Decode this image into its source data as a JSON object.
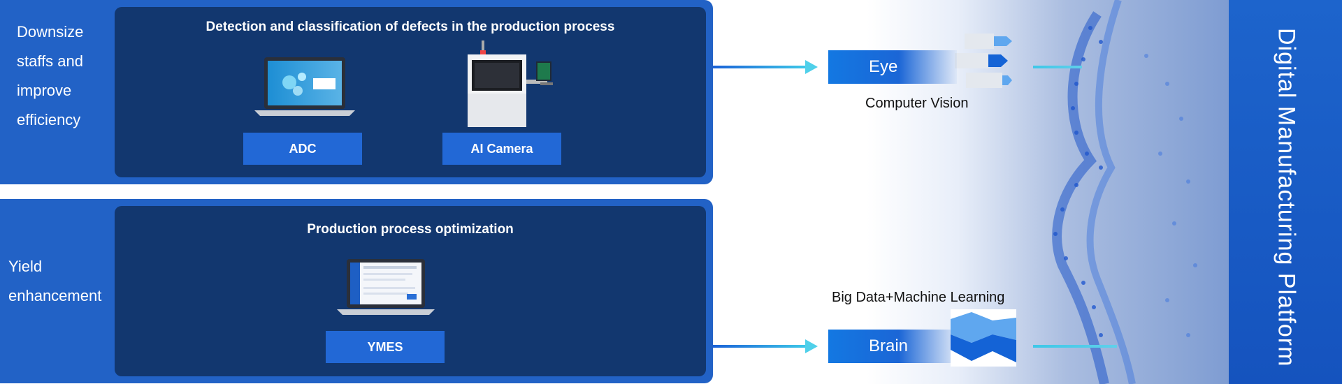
{
  "top_panel": {
    "side_text": "Downsize staffs and improve efficiency",
    "title": "Detection and classification of defects in the production process",
    "items": [
      {
        "label": "ADC",
        "icon": "laptop-icon"
      },
      {
        "label": "AI Camera",
        "icon": "inspection-machine-icon"
      }
    ]
  },
  "bottom_panel": {
    "side_text": "Yield enhancement",
    "title": "Production process optimization",
    "items": [
      {
        "label": "YMES",
        "icon": "laptop-icon"
      }
    ]
  },
  "right": {
    "eye": {
      "label": "Eye",
      "caption": "Computer Vision"
    },
    "brain": {
      "label": "Brain",
      "caption": "Big Data+Machine Learning"
    },
    "platform": "Digital Manufacturing Platform"
  },
  "colors": {
    "panel_blue": "#2262c6",
    "inner_navy": "#12376f",
    "button_blue": "#2268d6",
    "arrow_cyan": "#4fd0ea"
  }
}
